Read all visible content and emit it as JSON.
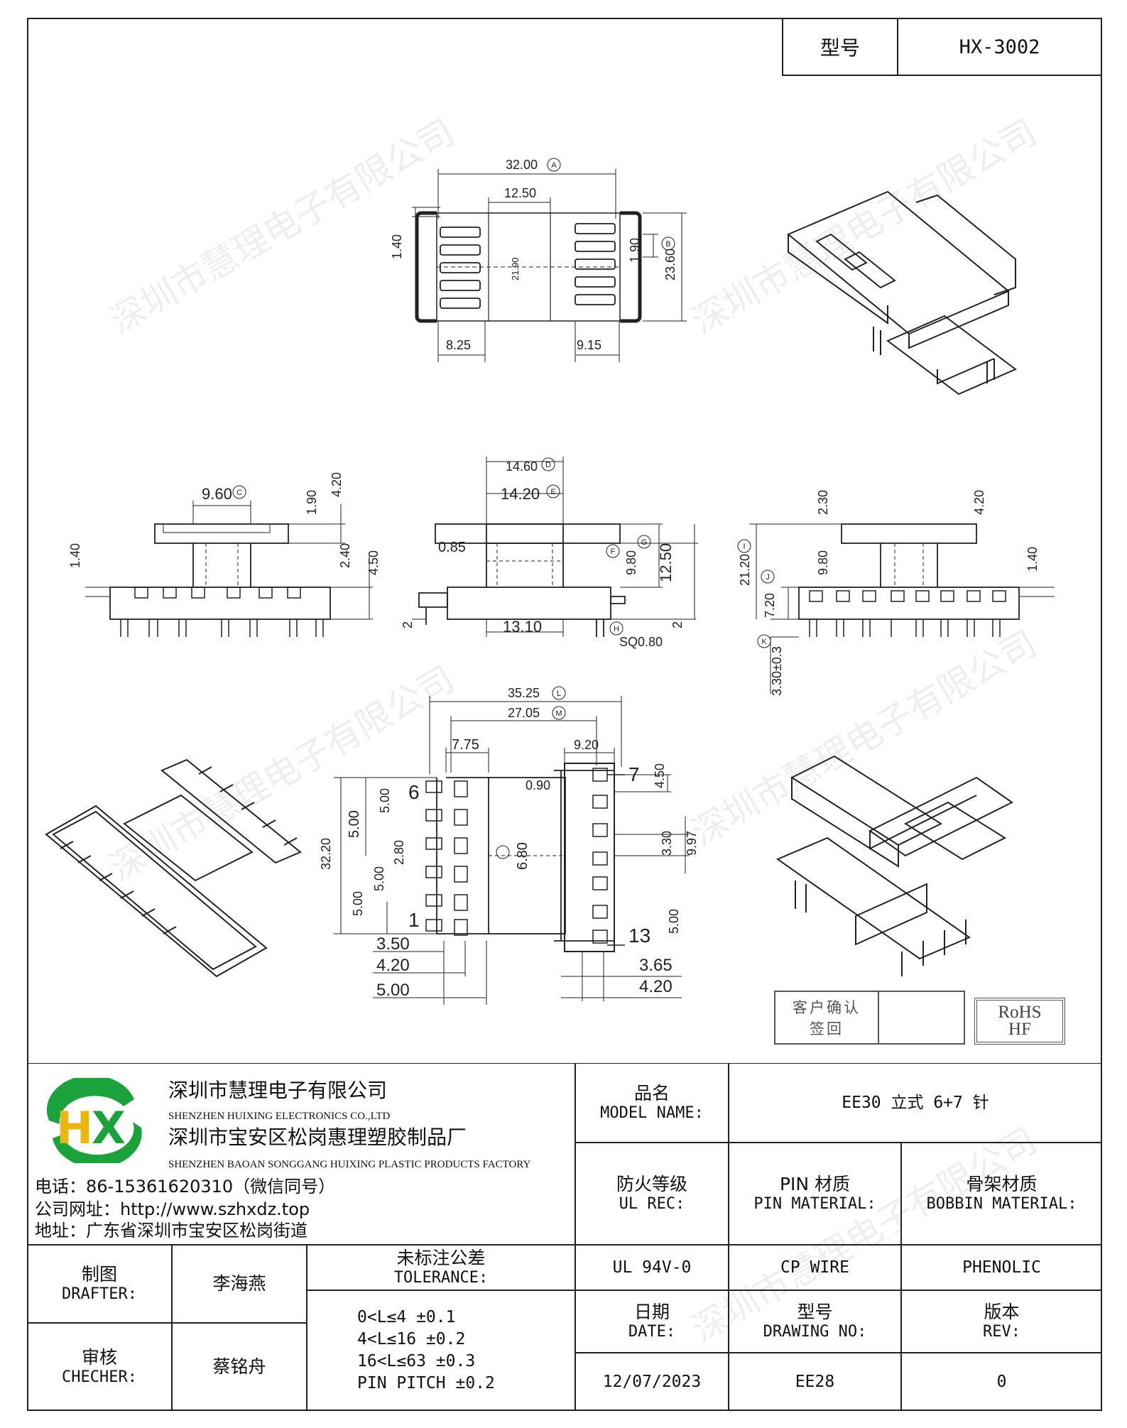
{
  "header": {
    "model_label": "型号",
    "model_value": "HX-3002"
  },
  "watermark": "深圳市慧理电子有限公司",
  "dims": {
    "top": [
      "32.00",
      "12.50",
      "1.40",
      "21.90",
      "1.90",
      "23.60",
      "8.25",
      "9.15"
    ],
    "left": [
      "9.60",
      "4.20",
      "1.90",
      "1.40",
      "2.40",
      "4.50"
    ],
    "front": [
      "14.60",
      "14.20",
      "0.85",
      "9.80",
      "12.50",
      "2",
      "13.10",
      "2",
      "SQ0.80"
    ],
    "right": [
      "2.30",
      "4.20",
      "21.20",
      "9.80",
      "1.40",
      "7.20",
      "3.30±0.3"
    ],
    "bottom": [
      "35.25",
      "27.05",
      "7.75",
      "9.20",
      "0.90",
      "4.50",
      "5.00",
      "5.00",
      "32.20",
      "2.80",
      "5.00",
      "3.30",
      "9.97",
      "6.80",
      "5.00",
      "5.00",
      "3.50",
      "4.20",
      "5.00",
      "3.65",
      "4.20"
    ],
    "pins": [
      "6",
      "1",
      "7",
      "13"
    ],
    "circle_marks": [
      "A",
      "B",
      "C",
      "D",
      "E",
      "F",
      "G",
      "H",
      "I",
      "J",
      "K",
      "L",
      "M"
    ]
  },
  "customer_confirm": {
    "line1": "客户确认",
    "line2": "签回"
  },
  "rohs": {
    "line1": "RoHS",
    "line2": "HF"
  },
  "company": {
    "name_cn": "深圳市慧理电子有限公司",
    "name_en": "SHENZHEN HUIXING ELECTRONICS CO.,LTD",
    "factory_cn": "深圳市宝安区松岗惠理塑胶制品厂",
    "factory_en": "SHENZHEN BAOAN SONGGANG HUIXING PLASTIC PRODUCTS FACTORY",
    "phone": "电话：86-15361620310（微信同号）",
    "website": "公司网址：http://www.szhxdz.top",
    "address": "地址：广东省深圳市宝安区松岗街道",
    "logo_h": "H",
    "logo_x": "X"
  },
  "titleblock": {
    "model_name_cn": "品名",
    "model_name_en": "MODEL NAME:",
    "model_name_value": "EE30 立式 6+7 针",
    "ul_cn": "防火等级",
    "ul_en": "UL REC:",
    "pin_cn": "PIN 材质",
    "pin_en": "PIN MATERIAL:",
    "bobbin_cn": "骨架材质",
    "bobbin_en": "BOBBIN MATERIAL:",
    "drafter_cn": "制图",
    "drafter_en": "DRAFTER:",
    "drafter_value": "李海燕",
    "checker_cn": "审核",
    "checker_en": "CHECHER:",
    "checker_value": "蔡铭舟",
    "tolerance_cn": "未标注公差",
    "tolerance_en": "TOLERANCE:",
    "tolerance_lines": [
      "0<L≤4  ±0.1",
      "4<L≤16 ±0.2",
      "16<L≤63 ±0.3",
      "PIN PITCH ±0.2"
    ],
    "ul_value": "UL 94V-0",
    "pin_value": "CP WIRE",
    "bobbin_value": "PHENOLIC",
    "date_cn": "日期",
    "date_en": "DATE:",
    "date_value": "12/07/2023",
    "drawing_cn": "型号",
    "drawing_en": "DRAWING NO:",
    "drawing_value": "EE28",
    "rev_cn": "版本",
    "rev_en": "REV:",
    "rev_value": "0"
  }
}
